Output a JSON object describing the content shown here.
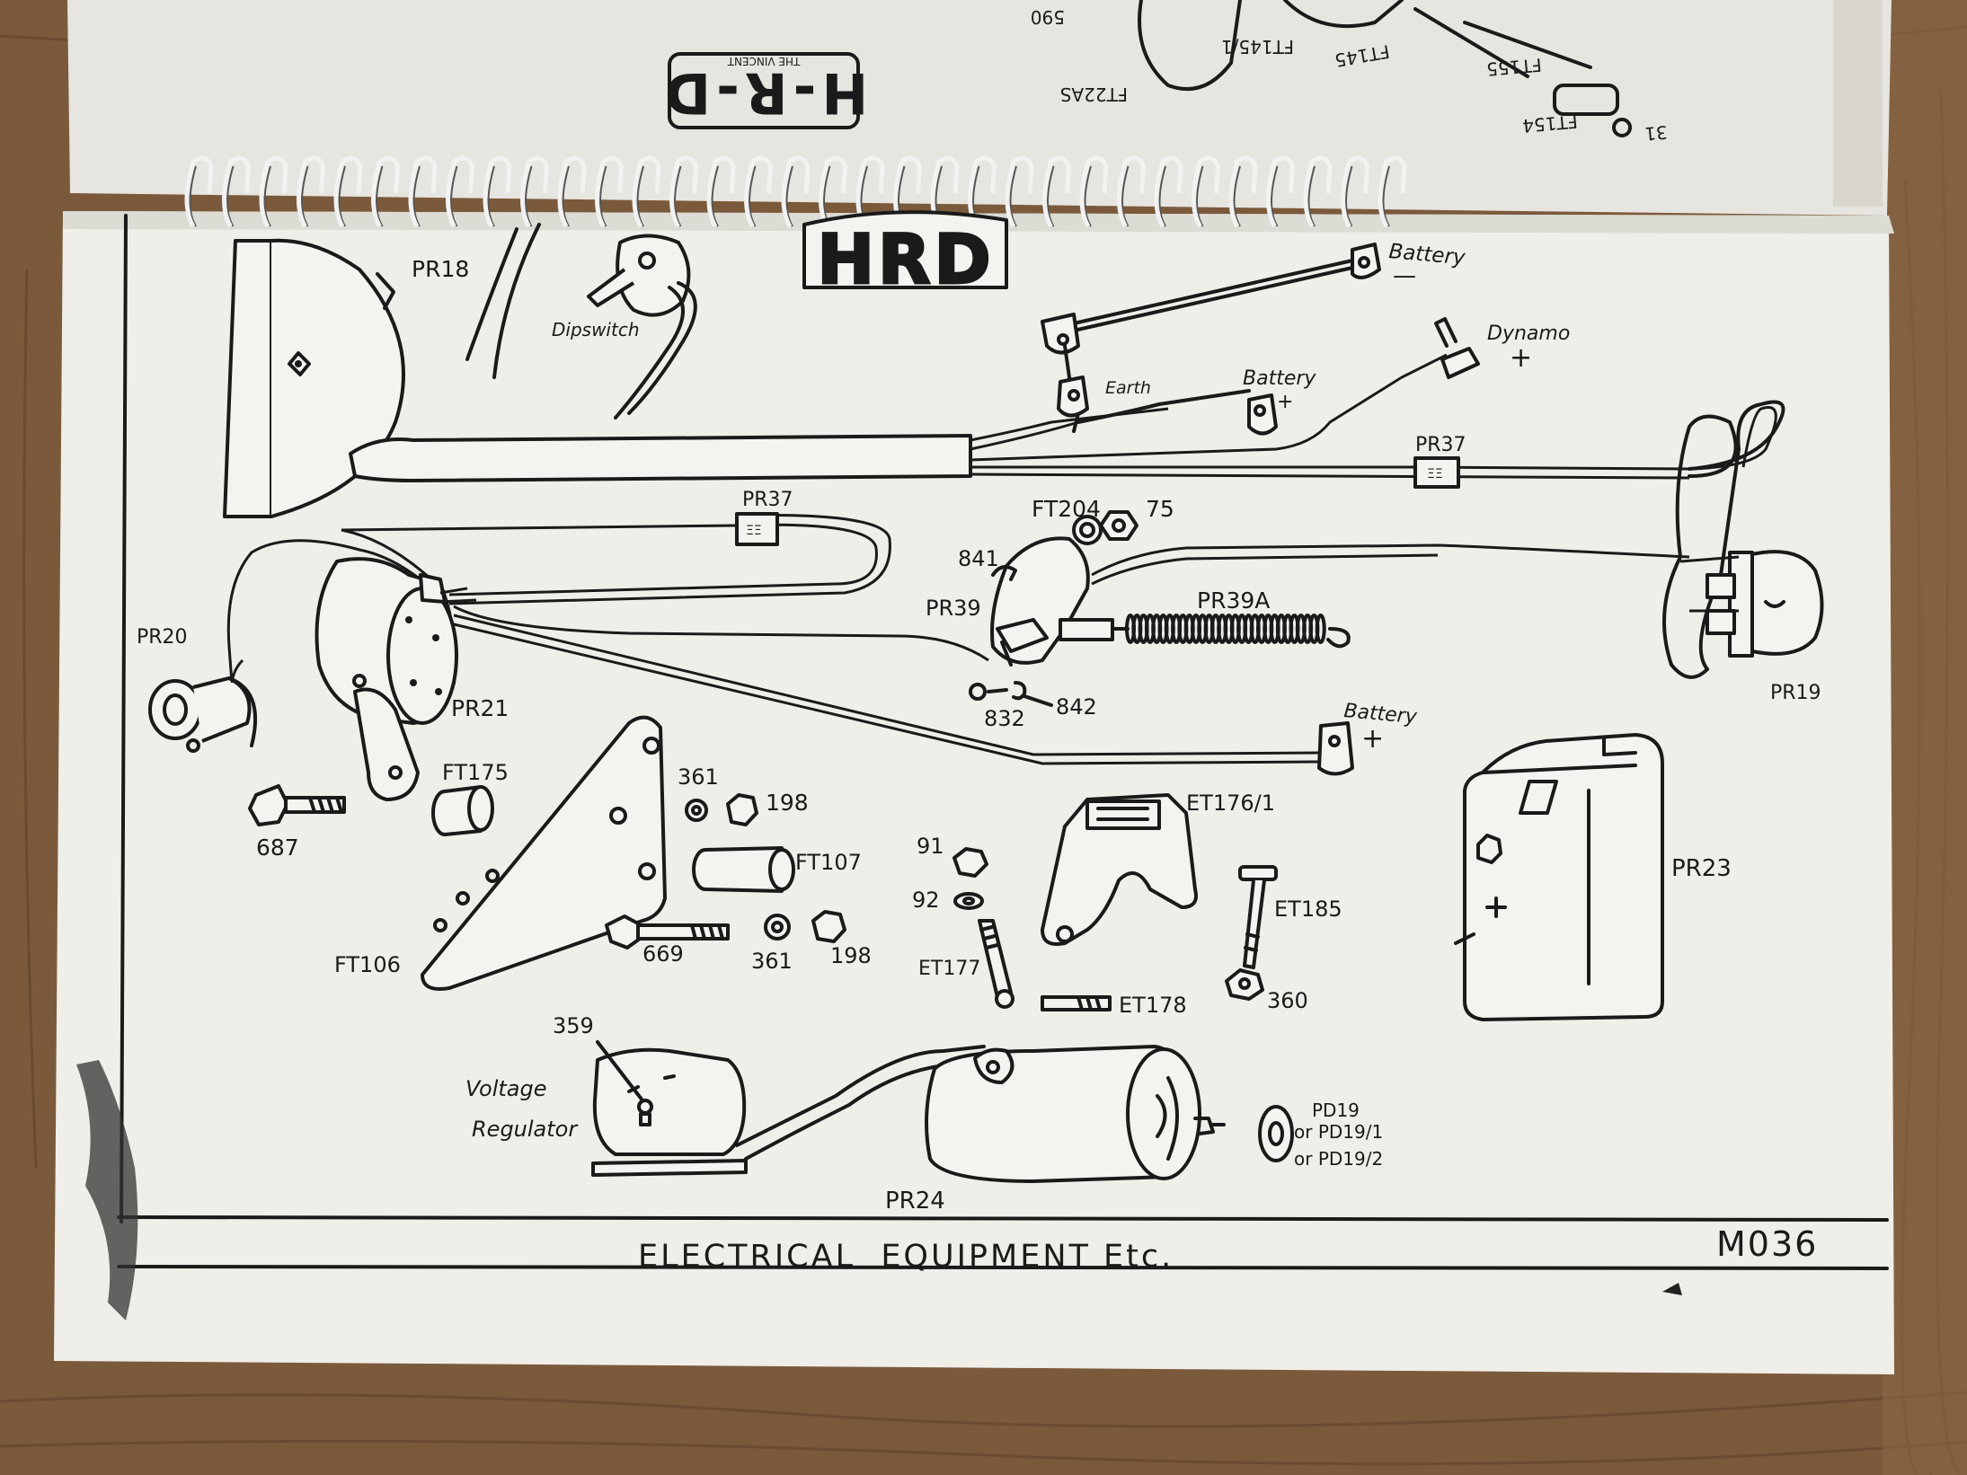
{
  "colors": {
    "wood": "#7a5a3a",
    "paper": "#efeee9",
    "ink": "#1a1a1a",
    "spiral": "#f2f2f2"
  },
  "top_page": {
    "logo": "H-R-D",
    "logo_sub": "THE VINCENT",
    "labels": [
      "590",
      "FT145/1",
      "FT145",
      "FT155",
      "FT22AS",
      "FT154",
      "31"
    ]
  },
  "sheet": {
    "logo": "HRD",
    "title": "ELECTRICAL  EQUIPMENT Etc.",
    "code": "M036"
  },
  "parts": {
    "pr18": "PR18",
    "dipswitch": "Dipswitch",
    "battery_neg": "Battery",
    "battery_neg_sign": "—",
    "earth": "Earth",
    "dynamo": "Dynamo",
    "dynamo_sign": "+",
    "battery_pos_top": "Battery",
    "battery_pos_top_sign": "+",
    "pr37_right": "PR37",
    "pr37_left": "PR37",
    "ft204": "FT204",
    "p75": "75",
    "p841": "841",
    "pr39": "PR39",
    "pr39a": "PR39A",
    "pr20": "PR20",
    "pr21": "PR21",
    "p832": "832",
    "p842": "842",
    "battery_pos_mid": "Battery",
    "battery_pos_mid_sign": "+",
    "pr19": "PR19",
    "ft175": "FT175",
    "p361a": "361",
    "p198a": "198",
    "p687": "687",
    "et1761": "ET176/1",
    "pr23": "PR23",
    "p91": "91",
    "ft107": "FT107",
    "p92": "92",
    "et185": "ET185",
    "ft106": "FT106",
    "p669": "669",
    "p361b": "361",
    "p198b": "198",
    "et177": "ET177",
    "et178": "ET178",
    "p360": "360",
    "p359": "359",
    "voltage": "Voltage",
    "regulator": "Regulator",
    "pd19": "PD19",
    "pd191": "or PD19/1",
    "pd192": "or PD19/2",
    "pr24": "PR24"
  }
}
